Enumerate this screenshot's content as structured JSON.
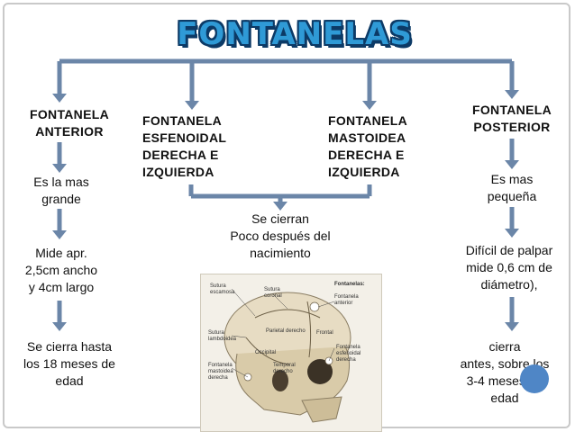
{
  "title": "FONTANELAS",
  "colors": {
    "title_fill": "#2f9ad6",
    "title_outline": "#0c3a66",
    "connector": "#6b86a8",
    "accent_dot": "#4f86c6"
  },
  "columns": {
    "anterior": {
      "header": "FONTANELA\nANTERIOR",
      "items": [
        "Es la mas\ngrande",
        "Mide apr.\n2,5cm ancho\ny 4cm largo",
        "Se cierra hasta\nlos 18 meses de\nedad"
      ]
    },
    "esfenoidal": {
      "header": "FONTANELA\nESFENOIDAL\nDERECHA E\nIZQUIERDA"
    },
    "mastoidea": {
      "header": "FONTANELA\nMASTOIDEA\nDERECHA E\nIZQUIERDA"
    },
    "shared_note": "Se cierran\nPoco después del\nnacimiento",
    "posterior": {
      "header": "FONTANELA\nPOSTERIOR",
      "items": [
        "Es mas\npequeña",
        "Difícil de palpar\nmide 0,6 cm de\ndiámetro),",
        "cierra\nantes, sobre los\n3-4 meses de\nedad"
      ]
    }
  },
  "skull_image": {
    "labels": {
      "sutura_coronal": "Sutura\ncoronal",
      "sutura_escamosa": "Sutura\nescamosa",
      "sutura_lambdoidea": "Sutura\nlambdoidea",
      "parietal": "Parietal derecho",
      "frontal": "Frontal",
      "occipital": "Occipital",
      "temporal": "Temporal\nderecho",
      "fontanela_mastoidea": "Fontanela\nmastoidea\nderecha",
      "legend_title": "Fontanelas:",
      "fontanela_anterior": "Fontanela\nanterior",
      "fontanela_esfenoidal": "Fontanela\nesfenoidal\nderecha"
    }
  }
}
